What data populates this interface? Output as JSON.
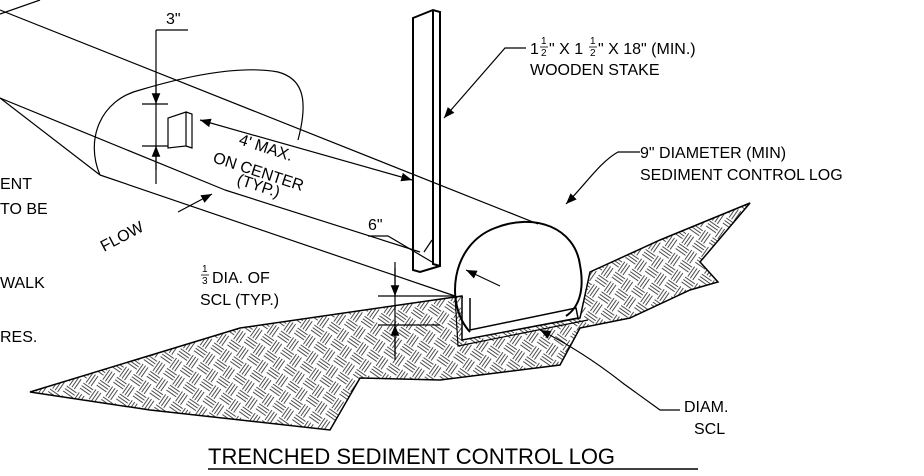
{
  "title": "TRENCHED SEDIMENT CONTROL LOG",
  "labels": {
    "dim_3in": "3\"",
    "dim_6in": "6\"",
    "stake_size_a": "1",
    "stake_size_b": "\" X 1",
    "stake_size_c": "\" X 18\" (MIN.)",
    "stake_frac_num": "1",
    "stake_frac_den": "2",
    "stake_name": "WOODEN STAKE",
    "log_diameter": "9\" DIAMETER (MIN)",
    "log_name": "SEDIMENT CONTROL LOG",
    "spacing_1": "4' MAX.",
    "spacing_2": "ON CENTER",
    "spacing_3": "(TYP.)",
    "flow": "FLOW",
    "trench_frac_num": "1",
    "trench_frac_den": "3",
    "trench_1": "DIA. OF",
    "trench_2": "SCL (TYP.)",
    "diam_1": "DIAM.",
    "diam_2": "SCL"
  },
  "notes_partial": [
    "ENT",
    "TO BE",
    "WALK",
    "RES."
  ],
  "colors": {
    "ink": "#000000",
    "background": "#ffffff"
  }
}
